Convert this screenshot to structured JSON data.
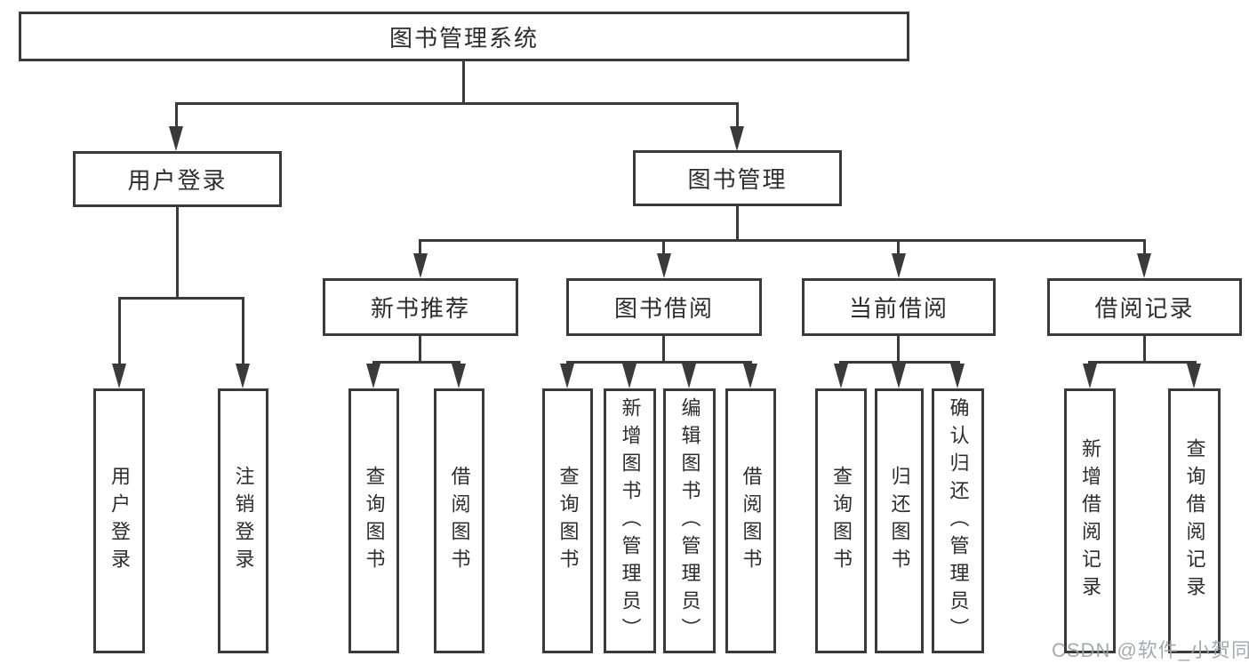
{
  "watermark": {
    "text": "CSDN @软件_小贺同学"
  },
  "colors": {
    "line": "#3a3a3a",
    "node_border": "#3a3a3a",
    "text": "#2d2d2d",
    "background": "#ffffff",
    "watermark": "#9ea2a8"
  },
  "tree": {
    "label": "图书管理系统",
    "children": [
      {
        "label": "用户登录",
        "children": [
          {
            "label": "用户登录"
          },
          {
            "label": "注销登录"
          }
        ]
      },
      {
        "label": "图书管理",
        "children": [
          {
            "label": "新书推荐",
            "children": [
              {
                "label": "查询图书"
              },
              {
                "label": "借阅图书"
              }
            ]
          },
          {
            "label": "图书借阅",
            "children": [
              {
                "label": "查询图书"
              },
              {
                "label": "新增图书（管理员）"
              },
              {
                "label": "编辑图书（管理员）"
              },
              {
                "label": "借阅图书"
              }
            ]
          },
          {
            "label": "当前借阅",
            "children": [
              {
                "label": "查询图书"
              },
              {
                "label": "归还图书"
              },
              {
                "label": "确认归还（管理员）"
              }
            ]
          },
          {
            "label": "借阅记录",
            "children": [
              {
                "label": "新增借阅记录"
              },
              {
                "label": "查询借阅记录"
              }
            ]
          }
        ]
      }
    ]
  }
}
